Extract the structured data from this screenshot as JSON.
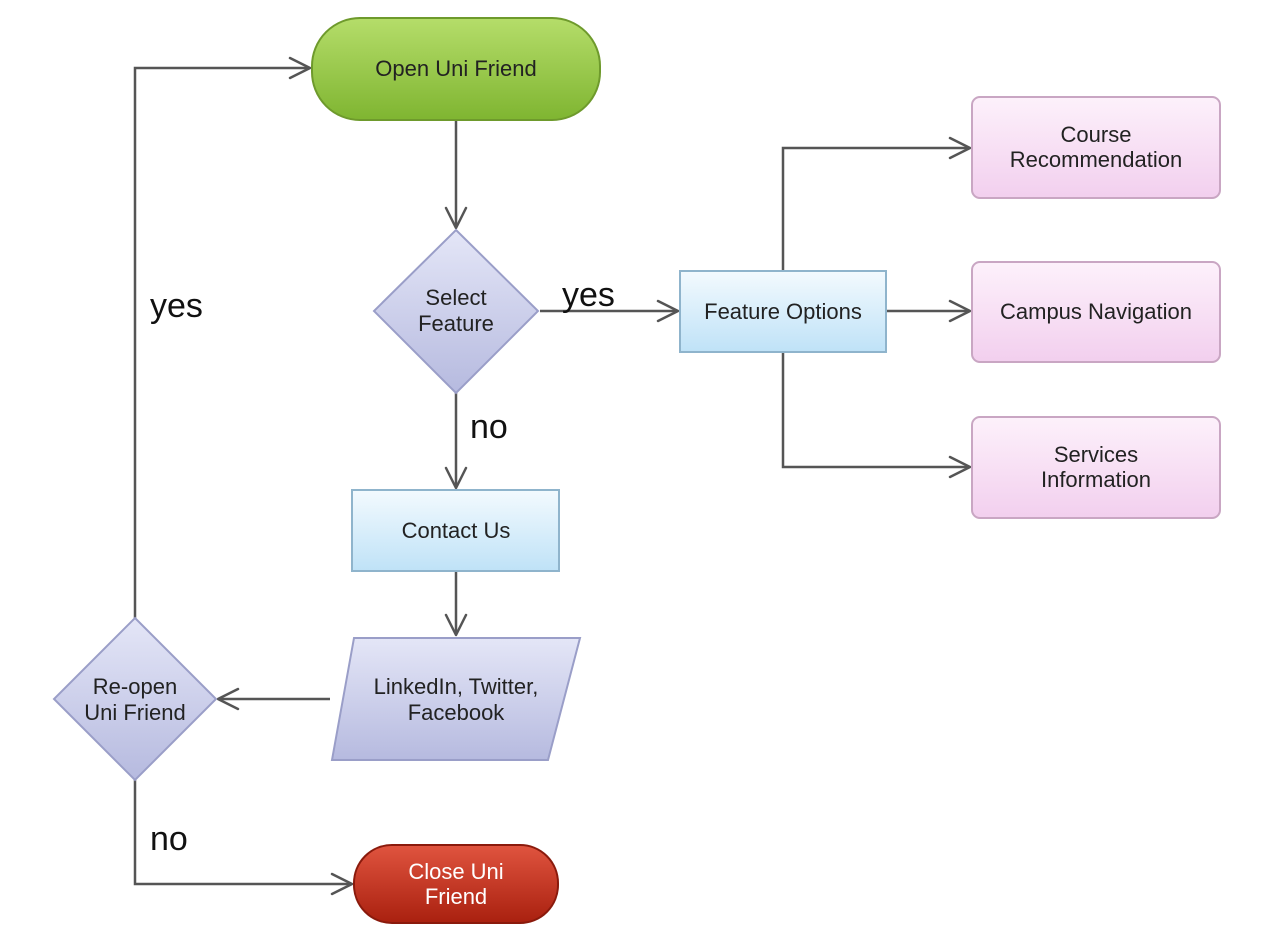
{
  "nodes": {
    "open_uni_friend": {
      "label": "Open Uni Friend",
      "shape": "terminal-start",
      "fill": "#8bc34a"
    },
    "select_feature": {
      "line1": "Select",
      "line2": "Feature",
      "shape": "decision",
      "fill": "#c5c8ea"
    },
    "feature_options": {
      "label": "Feature Options",
      "shape": "process",
      "fill": "#d9eefb"
    },
    "course_recommendation": {
      "line1": "Course",
      "line2": "Recommendation",
      "shape": "process",
      "fill": "#f8dff3"
    },
    "campus_navigation": {
      "label": "Campus Navigation",
      "shape": "process",
      "fill": "#f8dff3"
    },
    "services_information": {
      "line1": "Services",
      "line2": "Information",
      "shape": "process",
      "fill": "#f8dff3"
    },
    "contact_us": {
      "label": "Contact Us",
      "shape": "process",
      "fill": "#d9eefb"
    },
    "social_links": {
      "line1": "LinkedIn, Twitter,",
      "line2": "Facebook",
      "shape": "io",
      "fill": "#c5c8ea"
    },
    "reopen_uni_friend": {
      "line1": "Re-open",
      "line2": "Uni Friend",
      "shape": "decision",
      "fill": "#c5c8ea"
    },
    "close_uni_friend": {
      "line1": "Close Uni",
      "line2": "Friend",
      "shape": "terminal-end",
      "fill": "#c0392b"
    }
  },
  "edge_labels": {
    "select_yes": "yes",
    "select_no": "no",
    "reopen_yes": "yes",
    "reopen_no": "no"
  }
}
